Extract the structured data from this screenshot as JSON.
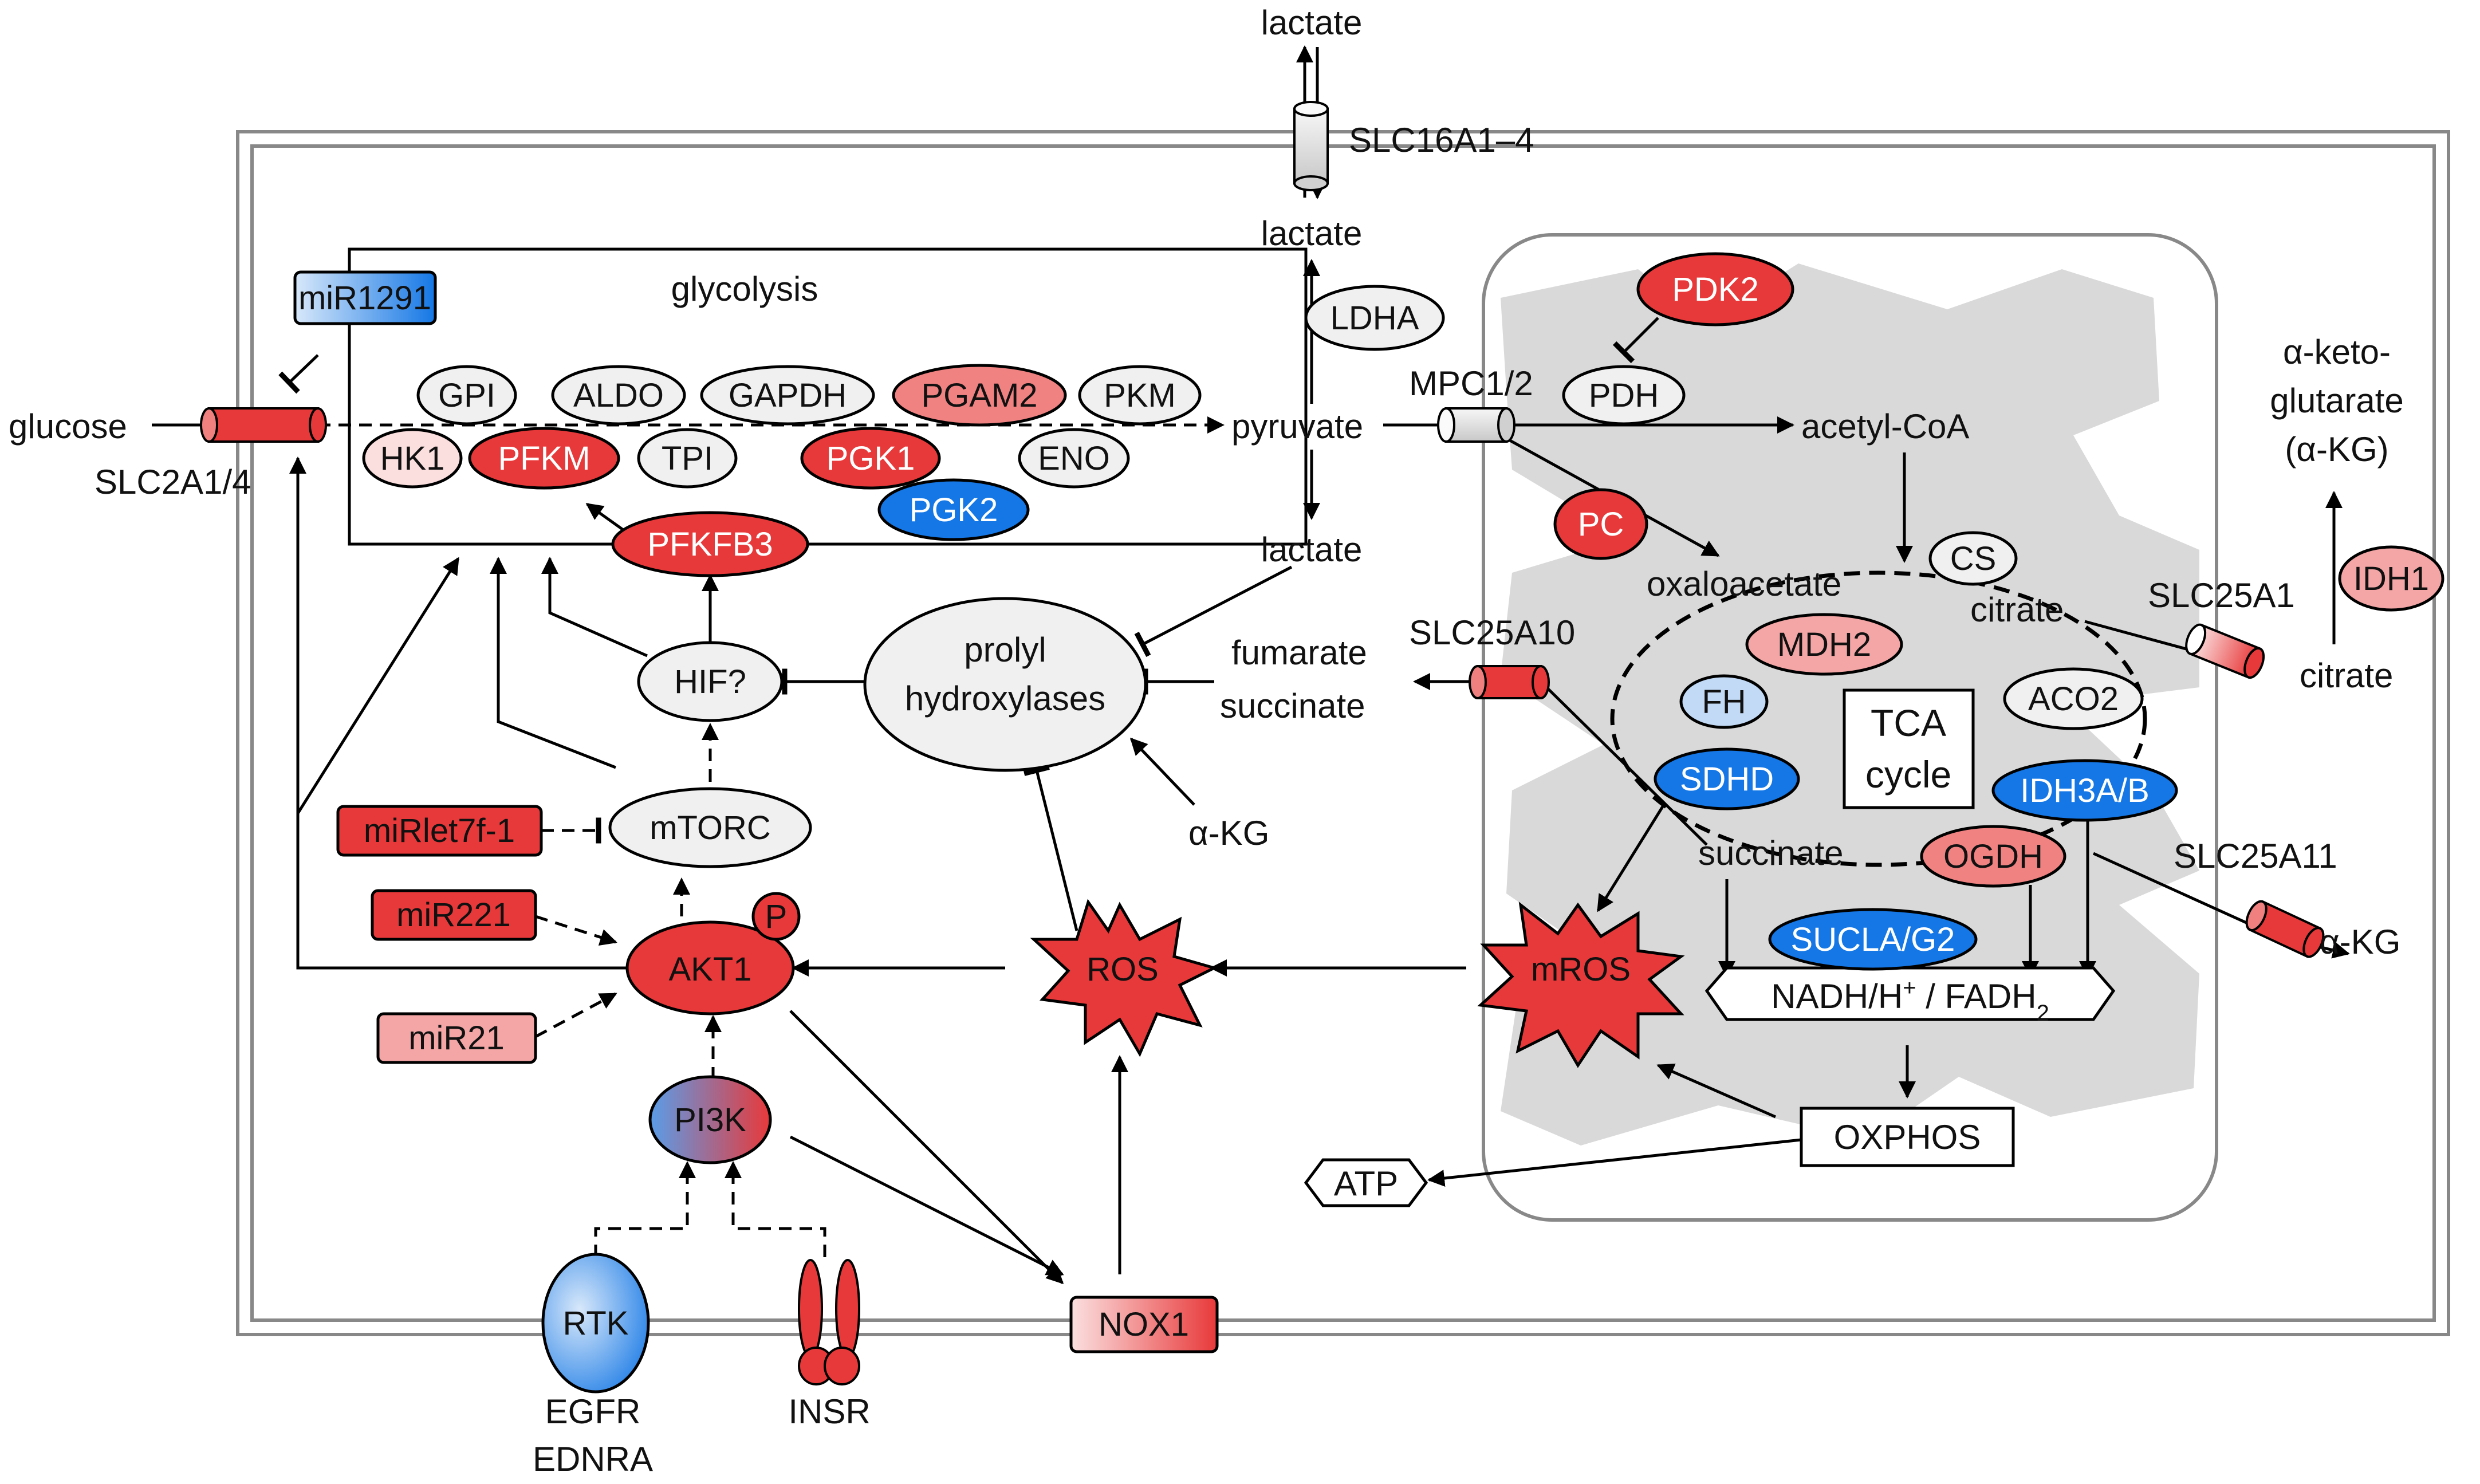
{
  "labels": {
    "lactate_out": "lactate",
    "slc16a1_4": "SLC16A1–4",
    "lactate_in": "lactate",
    "glycolysis": "glycolysis",
    "glucose": "glucose",
    "slc2a1_4": "SLC2A1/4",
    "pyruvate": "pyruvate",
    "lactate_low": "lactate",
    "mpc": "MPC1/2",
    "acetyl_coa": "acetyl-CoA",
    "akg_line1": "α-keto-",
    "akg_line2": "glutarate",
    "akg_line3": "(α-KG)",
    "oxaloacetate": "oxaloacetate",
    "citrate_mito": "citrate",
    "slc25a1": "SLC25A1",
    "citrate_out": "citrate",
    "slc25a10": "SLC25A10",
    "fumarate": "fumarate",
    "succinate_out": "succinate",
    "tca_line1": "TCA",
    "tca_line2": "cycle",
    "succinate_mito": "succinate",
    "slc25a11": "SLC25A11",
    "akg_out": "α-KG",
    "akg_small": "α-KG",
    "prolyl_line1": "prolyl",
    "prolyl_line2": "hydroxylases",
    "nadh_pre": "NADH/H",
    "nadh_sup": "+",
    "nadh_mid": " / FADH",
    "nadh_sub": "2",
    "oxphos": "OXPHOS",
    "atp": "ATP",
    "egfr": "EGFR",
    "ednra": "EDNRA",
    "insr": "INSR"
  },
  "nodes": {
    "gpi": "GPI",
    "aldo": "ALDO",
    "gapdh": "GAPDH",
    "pgam2": "PGAM2",
    "pkm": "PKM",
    "hk1": "HK1",
    "pfkm": "PFKM",
    "tpi": "TPI",
    "pgk1": "PGK1",
    "eno": "ENO",
    "pgk2": "PGK2",
    "pfkfb3": "PFKFB3",
    "ldha": "LDHA",
    "pdk2": "PDK2",
    "pdh": "PDH",
    "pc": "PC",
    "cs": "CS",
    "mdh2": "MDH2",
    "aco2": "ACO2",
    "idh1": "IDH1",
    "fh": "FH",
    "sdhd": "SDHD",
    "idh3ab": "IDH3A/B",
    "ogdh": "OGDH",
    "sucla": "SUCLA/G2",
    "mir1291": "miR1291",
    "hif": "HIF?",
    "mtorc": "mTORC",
    "mirlet7f": "miRlet7f-1",
    "mir221": "miR221",
    "mir21": "miR21",
    "akt1": "AKT1",
    "p": "P",
    "ros": "ROS",
    "mros": "mROS",
    "pi3k": "PI3K",
    "rtk": "RTK",
    "nox1": "NOX1"
  },
  "colors": {
    "red": "#e8393a",
    "light_red": "#f4a6a6",
    "blue": "#1477e5",
    "light_blue": "#c2daf5",
    "grey_node": "#f0f0f0",
    "mito_shade": "#d9d9d9",
    "membrane": "#888888"
  }
}
